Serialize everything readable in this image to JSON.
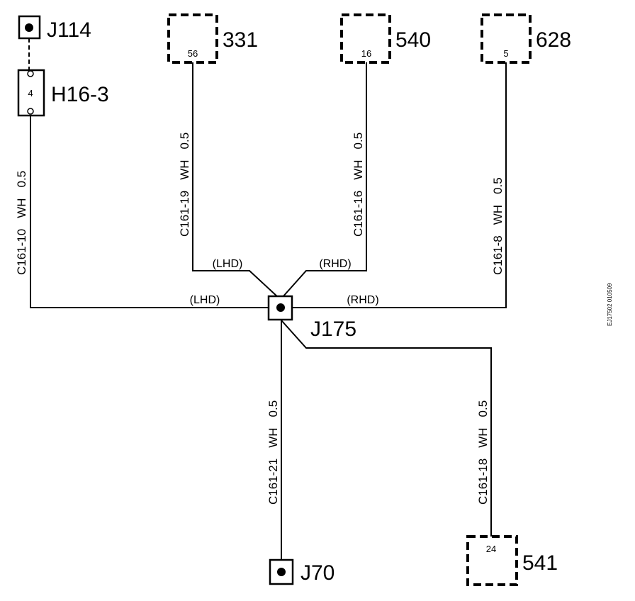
{
  "components": {
    "j114": "J114",
    "h16_3": {
      "label": "H16-3",
      "pin": "4"
    },
    "c331": {
      "label": "331",
      "pin": "56"
    },
    "c540": {
      "label": "540",
      "pin": "16"
    },
    "c628": {
      "label": "628",
      "pin": "5"
    },
    "c541": {
      "label": "541",
      "pin": "24"
    },
    "j175": "J175",
    "j70": "J70"
  },
  "wires": {
    "c161_10": {
      "circuit": "C161-10",
      "color": "WH",
      "size": "0.5"
    },
    "c161_19": {
      "circuit": "C161-19",
      "color": "WH",
      "size": "0.5"
    },
    "c161_16": {
      "circuit": "C161-16",
      "color": "WH",
      "size": "0.5"
    },
    "c161_8": {
      "circuit": "C161-8",
      "color": "WH",
      "size": "0.5"
    },
    "c161_21": {
      "circuit": "C161-21",
      "color": "WH",
      "size": "0.5"
    },
    "c161_18": {
      "circuit": "C161-18",
      "color": "WH",
      "size": "0.5"
    }
  },
  "paths": {
    "lhd_upper": "(LHD)",
    "rhd_upper": "(RHD)",
    "lhd_lower": "(LHD)",
    "rhd_lower": "(RHD)"
  },
  "figure_id": "EJ17502 010509"
}
